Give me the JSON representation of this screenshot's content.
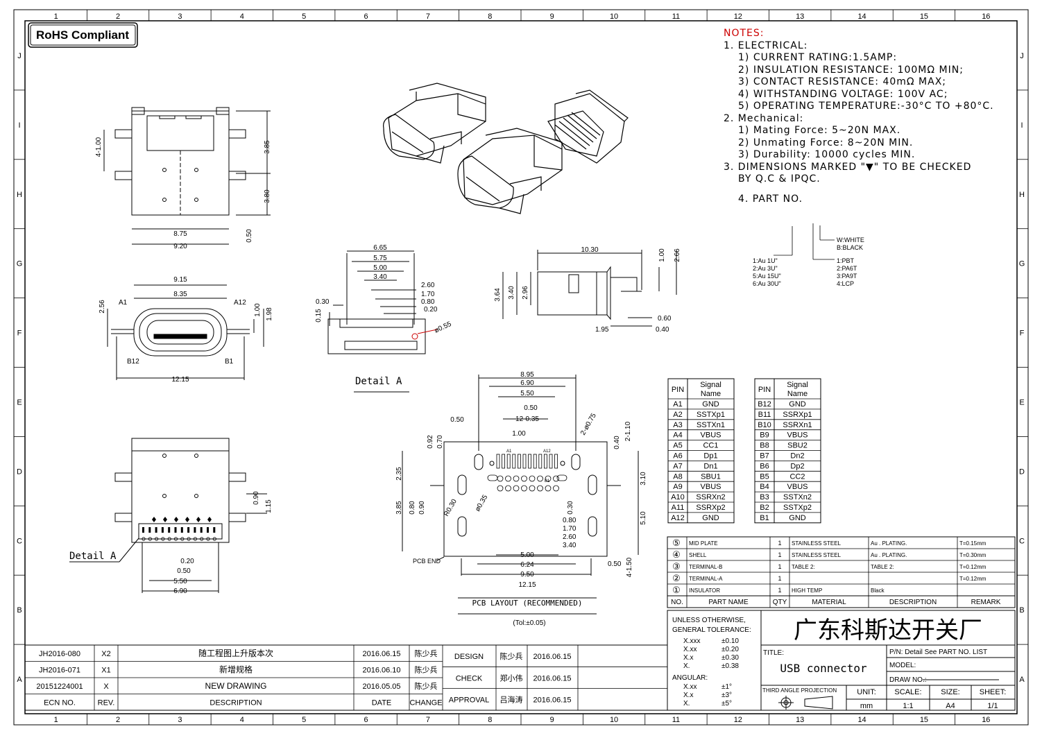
{
  "rohs": "RoHS Compliant",
  "border": {
    "cols": [
      "1",
      "2",
      "3",
      "4",
      "5",
      "6",
      "7",
      "8",
      "9",
      "10",
      "11",
      "12",
      "13",
      "14",
      "15",
      "16"
    ],
    "rows": [
      "J",
      "I",
      "H",
      "G",
      "F",
      "E",
      "D",
      "C",
      "B",
      "A"
    ]
  },
  "notes": {
    "heading": "NOTES:",
    "lines": [
      "1. ELECTRICAL:",
      "1) CURRENT RATING:1.5AMP:",
      "2) INSULATION RESISTANCE: 100MΩ MIN;",
      "3) CONTACT RESISTANCE: 40mΩ MAX;",
      "4) WITHSTANDING VOLTAGE: 100V AC;",
      "5) OPERATING TEMPERATURE:-30°C TO +80°C.",
      "2. Mechanical:",
      "1) Mating Force: 5~20N MAX.",
      "2) Unmating Force: 8~20N MIN.",
      "3) Durability: 10000 cycles MIN.",
      "3. DIMENSIONS MARKED \"▼\" TO BE CHECKED",
      "BY Q.C & IPQC.",
      "4. PART NO."
    ]
  },
  "part_no": {
    "color": [
      "W:WHITE",
      "B:BLACK"
    ],
    "plating": [
      "1:Au 1U\"",
      "2:Au 3U\"",
      "5:Au 15U\"",
      "6:Au 30U\""
    ],
    "material": [
      "1:PBT",
      "2:PA6T",
      "3:PA9T",
      "4:LCP"
    ]
  },
  "views": {
    "top_dims": [
      "4-1.00",
      "3.85",
      "3.80",
      "0.50",
      "8.75",
      "9.20"
    ],
    "front_dims": [
      "9.15",
      "8.35",
      "2.56",
      "1.00",
      "1.98",
      "12.15"
    ],
    "front_labels": [
      "A1",
      "A12",
      "B12",
      "B1"
    ],
    "detail_dims": [
      "6.65",
      "5.75",
      "5.00",
      "3.40",
      "2.60",
      "1.70",
      "0.80",
      "0.20",
      "0.30",
      "0.15",
      "ø0.55"
    ],
    "detail_title": "Detail A",
    "side_dims": [
      "10.30",
      "1.00",
      "2.66",
      "3.64",
      "3.40",
      "2.96",
      "0.60",
      "1.95",
      "0.40"
    ],
    "bottom_dims": [
      "0.90",
      "1.15",
      "0.20",
      "0.50",
      "5.50",
      "6.90"
    ],
    "bottom_detail": "Detail A",
    "pcb_dims_top": [
      "8.95",
      "6.90",
      "5.50",
      "0.50",
      "12-0.35",
      "1.00",
      "0.50",
      "2-ø0.75",
      "2-1.10",
      "0.40"
    ],
    "pcb_dims_left": [
      "0.92",
      "0.70",
      "2.35",
      "3.85",
      "0.80",
      "0.90",
      "R0.30",
      "ø0.35",
      "0.30"
    ],
    "pcb_dims_right": [
      "3.10",
      "5.10",
      "4-1.50",
      "0.50"
    ],
    "pcb_dims_bottom": [
      "0.80",
      "1.70",
      "2.60",
      "3.40",
      "5.00",
      "6.24",
      "9.50",
      "12.15"
    ],
    "pcb_end": "PCB END",
    "pcb_pins": [
      "A1",
      "A12",
      "B1"
    ],
    "pcb_title": "PCB LAYOUT (RECOMMENDED)",
    "pcb_tol": "(Tol:±0.05)"
  },
  "pin_table": {
    "headers": [
      "PIN",
      "Signal Name",
      "PIN",
      "Signal Name"
    ],
    "rows": [
      [
        "A1",
        "GND",
        "B12",
        "GND"
      ],
      [
        "A2",
        "SSTXp1",
        "B11",
        "SSRXp1"
      ],
      [
        "A3",
        "SSTXn1",
        "B10",
        "SSRXn1"
      ],
      [
        "A4",
        "VBUS",
        "B9",
        "VBUS"
      ],
      [
        "A5",
        "CC1",
        "B8",
        "SBU2"
      ],
      [
        "A6",
        "Dp1",
        "B7",
        "Dn2"
      ],
      [
        "A7",
        "Dn1",
        "B6",
        "Dp2"
      ],
      [
        "A8",
        "SBU1",
        "B5",
        "CC2"
      ],
      [
        "A9",
        "VBUS",
        "B4",
        "VBUS"
      ],
      [
        "A10",
        "SSRXn2",
        "B3",
        "SSTXn2"
      ],
      [
        "A11",
        "SSRXp2",
        "B2",
        "SSTXp2"
      ],
      [
        "A12",
        "GND",
        "B1",
        "GND"
      ]
    ]
  },
  "bom": {
    "rows": [
      [
        "⑤",
        "MID PLATE",
        "1",
        "STAINLESS STEEL",
        "Au . PLATING.",
        "T=0.15mm"
      ],
      [
        "④",
        "SHELL",
        "1",
        "STAINLESS STEEL",
        "Au . PLATING.",
        "T=0.30mm"
      ],
      [
        "③",
        "TERMINAL-B",
        "1",
        "TABLE 2:",
        "TABLE 2:",
        "T=0.12mm"
      ],
      [
        "②",
        "TERMINAL-A",
        "1",
        "",
        "",
        "T=0.12mm"
      ],
      [
        "①",
        "INSULATOR",
        "1",
        "HIGH TEMP",
        "Black",
        ""
      ]
    ],
    "headers": [
      "NO.",
      "PART NAME",
      "QTY",
      "MATERIAL",
      "DESCRIPTION",
      "REMARK"
    ]
  },
  "tolerance": {
    "title": [
      "UNLESS OTHERWISE,",
      "GENERAL TOLERANCE:"
    ],
    "rows": [
      [
        "X.xxx",
        "±0.10"
      ],
      [
        "X.xx",
        "±0.20"
      ],
      [
        "X.x",
        "±0.30"
      ],
      [
        "X.",
        "±0.38"
      ]
    ],
    "angular": "ANGULAR:",
    "angular_rows": [
      [
        "X.xx",
        "±1°"
      ],
      [
        "X.x",
        "±3°"
      ],
      [
        "X.",
        "±5°"
      ]
    ]
  },
  "title_block": {
    "company": "广东科斯达开关厂",
    "title_label": "TITLE:",
    "title": "USB connector",
    "pn": "P/N: Detail See PART NO. LIST",
    "model": "MODEL:",
    "draw_no": "DRAW NO.:",
    "projection": "THIRD ANGLE PROJECTION",
    "unit_label": "UNIT:",
    "unit": "mm",
    "scale_label": "SCALE:",
    "scale": "1:1",
    "size_label": "SIZE:",
    "size": "A4",
    "sheet_label": "SHEET:",
    "sheet": "1/1"
  },
  "revisions": [
    [
      "JH2016-080",
      "X2",
      "随工程图上升版本次",
      "2016.06.15",
      "陈少兵"
    ],
    [
      "JH2016-071",
      "X1",
      "新增规格",
      "2016.06.10",
      "陈少兵"
    ],
    [
      "20151224001",
      "X",
      "NEW DRAWING",
      "2016.05.05",
      "陈少兵"
    ]
  ],
  "rev_headers": [
    "ECN NO.",
    "REV.",
    "DESCRIPTION",
    "DATE",
    "CHANGE"
  ],
  "approvals": [
    [
      "DESIGN",
      "陈少兵",
      "2016.06.15"
    ],
    [
      "CHECK",
      "郑小伟",
      "2016.06.15"
    ],
    [
      "APPROVAL",
      "吕海涛",
      "2016.06.15"
    ]
  ]
}
